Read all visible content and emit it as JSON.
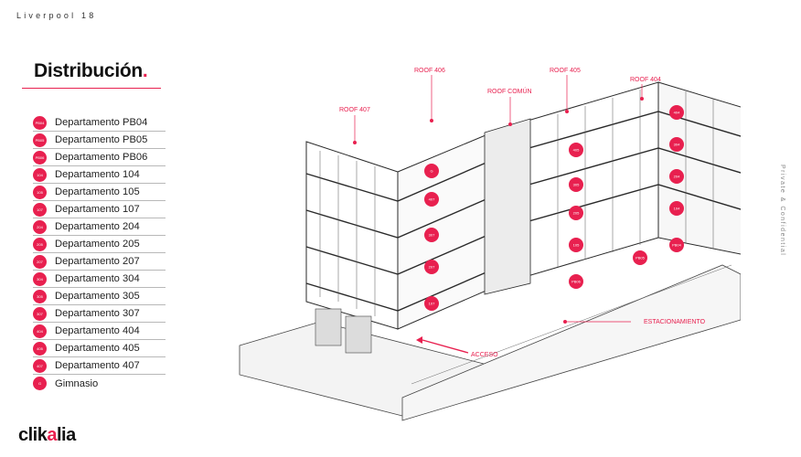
{
  "header": {
    "project": "Liverpool 18"
  },
  "title": {
    "text": "Distribución",
    "dot": "."
  },
  "legend": [
    {
      "code": "PB04",
      "label": "Departamento PB04"
    },
    {
      "code": "PB05",
      "label": "Departamento PB05"
    },
    {
      "code": "PB06",
      "label": "Departamento PB06"
    },
    {
      "code": "104",
      "label": "Departamento 104"
    },
    {
      "code": "105",
      "label": "Departamento 105"
    },
    {
      "code": "107",
      "label": "Departamento 107"
    },
    {
      "code": "204",
      "label": "Departamento 204"
    },
    {
      "code": "205",
      "label": "Departamento 205"
    },
    {
      "code": "207",
      "label": "Departamento 207"
    },
    {
      "code": "304",
      "label": "Departamento 304"
    },
    {
      "code": "305",
      "label": "Departamento 305"
    },
    {
      "code": "307",
      "label": "Departamento 307"
    },
    {
      "code": "404",
      "label": "Departamento 404"
    },
    {
      "code": "405",
      "label": "Departamento 405"
    },
    {
      "code": "407",
      "label": "Departamento 407"
    },
    {
      "code": "G",
      "label": "Gimnasio"
    }
  ],
  "callouts": {
    "roof406": "ROOF 406",
    "roof405": "ROOF 405",
    "roof404": "ROOF 404",
    "roof407": "ROOF 407",
    "roofComun": "ROOF COMÚN",
    "estacionamiento": "ESTACIONAMIENTO",
    "acceso": "ACCESO"
  },
  "markers": [
    "G",
    "407",
    "307",
    "207",
    "107",
    "405",
    "305",
    "205",
    "105",
    "PB06",
    "404",
    "304",
    "204",
    "104",
    "PB05",
    "PB04"
  ],
  "side_label": "Private & Confidential",
  "logo": {
    "pre": "clik",
    "o": "a",
    "post": "lia"
  },
  "colors": {
    "accent": "#e8204f",
    "line": "#2a2a2a"
  }
}
